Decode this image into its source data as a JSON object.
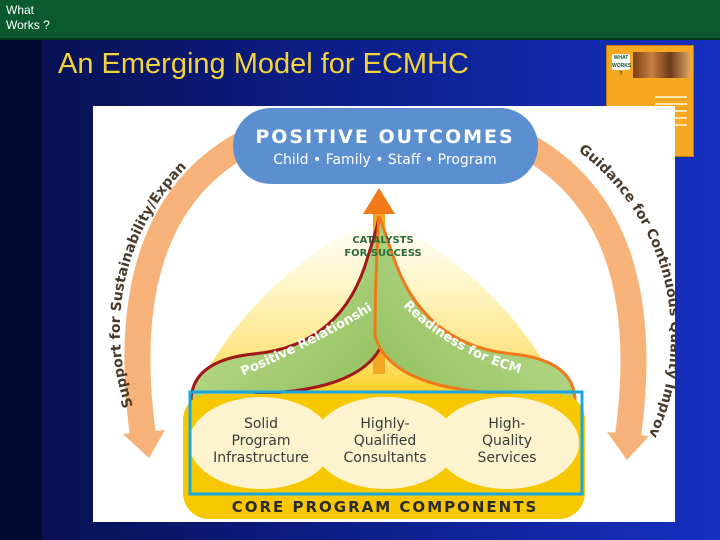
{
  "header": {
    "logo_line1": "What",
    "logo_line2": "Works ?"
  },
  "slide": {
    "title": "An Emerging Model for ECMHC"
  },
  "cover": {
    "badge": "WHAT WORKS ?"
  },
  "diagram": {
    "outcomes_title": "POSITIVE OUTCOMES",
    "outcomes_items": "Child • Family • Staff • Program",
    "catalysts_line1": "CATALYSTS",
    "catalysts_line2": "FOR SUCCESS",
    "left_arrow_label": "Support for Sustainability/Expansion",
    "right_arrow_label": "Guidance for Continuous Quality Improvement",
    "left_petal_label": "Positive Relationships",
    "right_petal_label": "Readiness for ECMHC",
    "components": [
      {
        "line1": "Solid",
        "line2": "Program",
        "line3": "Infrastructure"
      },
      {
        "line1": "Highly-",
        "line2": "Qualified",
        "line3": "Consultants"
      },
      {
        "line1": "High-",
        "line2": "Quality",
        "line3": "Services"
      }
    ],
    "core_label": "CORE PROGRAM COMPONENTS"
  },
  "colors": {
    "title_yellow": "#f2d43a",
    "outcomes_blue": "#5b8fd0",
    "arrow_orange": "#f7b27a",
    "core_yellow": "#f7c800",
    "petal_green": "#8fbf5a",
    "petal_outline_red": "#a0161a",
    "petal_outline_orange": "#f07a1a",
    "highlight_box": "#1aa7e0"
  }
}
